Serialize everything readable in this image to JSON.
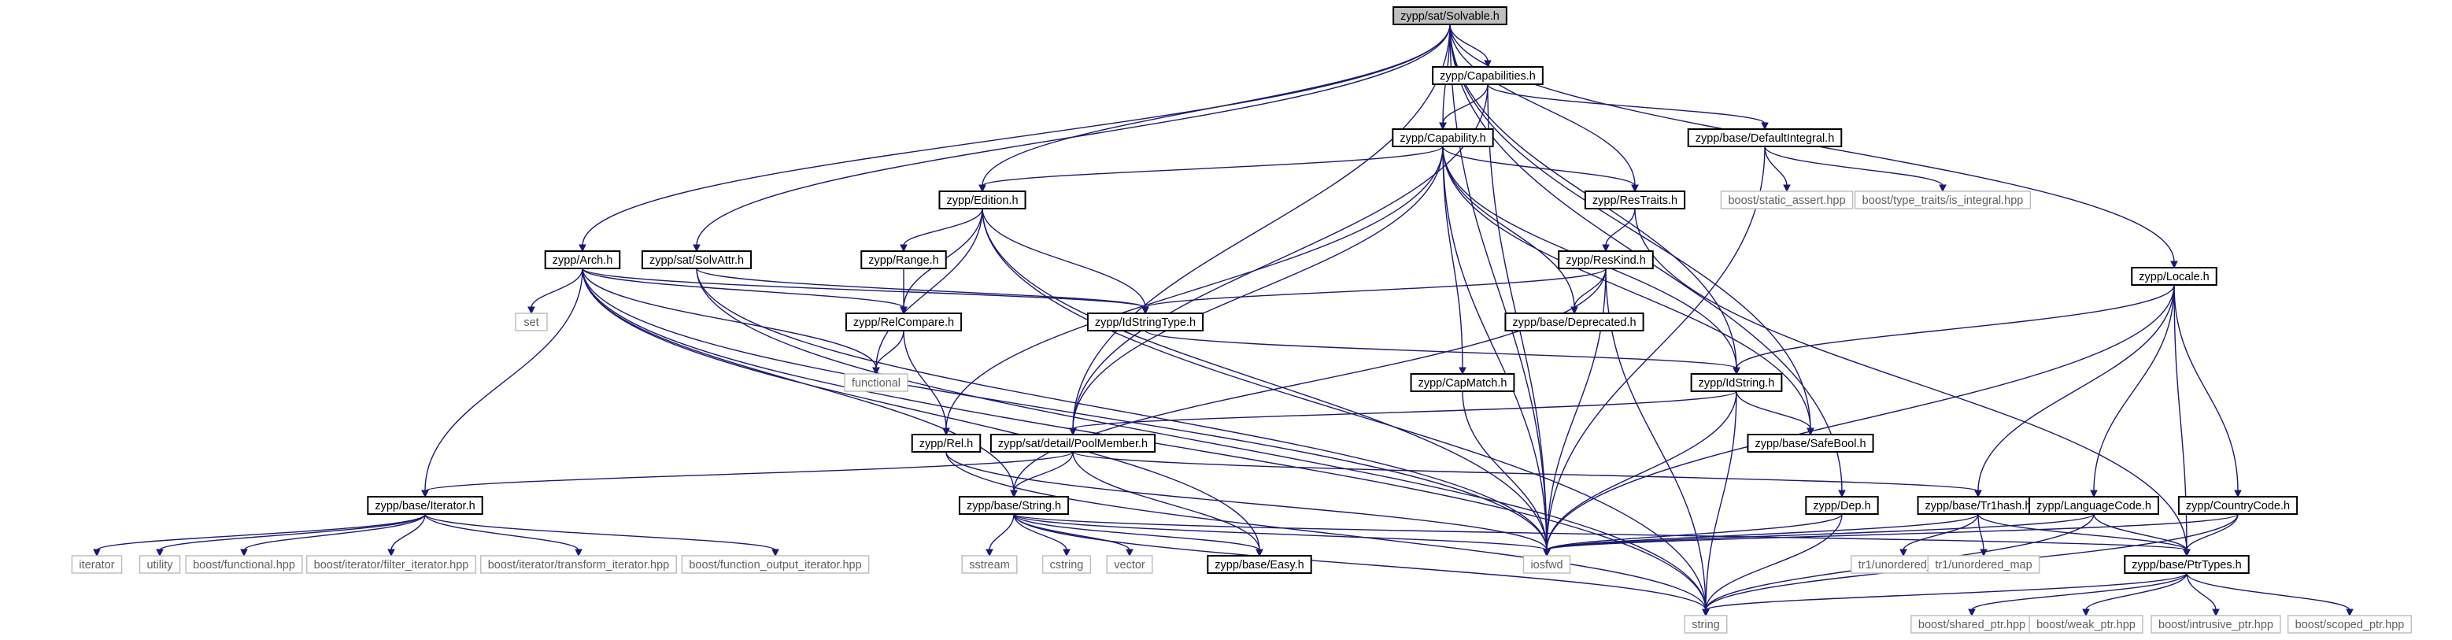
{
  "graph": {
    "root": "solvable",
    "nodes": [
      {
        "id": "solvable",
        "label": "zypp/sat/Solvable.h",
        "kind": "root"
      },
      {
        "id": "capabilities",
        "label": "zypp/Capabilities.h",
        "kind": "header"
      },
      {
        "id": "capability",
        "label": "zypp/Capability.h",
        "kind": "header"
      },
      {
        "id": "defaultintegral",
        "label": "zypp/base/DefaultIntegral.h",
        "kind": "header"
      },
      {
        "id": "static_assert",
        "label": "boost/static_assert.hpp",
        "kind": "external"
      },
      {
        "id": "is_integral",
        "label": "boost/type_traits/is_integral.hpp",
        "kind": "external"
      },
      {
        "id": "edition",
        "label": "zypp/Edition.h",
        "kind": "header"
      },
      {
        "id": "restraits",
        "label": "zypp/ResTraits.h",
        "kind": "header"
      },
      {
        "id": "arch",
        "label": "zypp/Arch.h",
        "kind": "header"
      },
      {
        "id": "solvattr",
        "label": "zypp/sat/SolvAttr.h",
        "kind": "header"
      },
      {
        "id": "range",
        "label": "zypp/Range.h",
        "kind": "header"
      },
      {
        "id": "reskind",
        "label": "zypp/ResKind.h",
        "kind": "header"
      },
      {
        "id": "locale",
        "label": "zypp/Locale.h",
        "kind": "header"
      },
      {
        "id": "set",
        "label": "set",
        "kind": "external"
      },
      {
        "id": "relcompare",
        "label": "zypp/RelCompare.h",
        "kind": "header"
      },
      {
        "id": "idstringtype",
        "label": "zypp/IdStringType.h",
        "kind": "header"
      },
      {
        "id": "deprecated",
        "label": "zypp/base/Deprecated.h",
        "kind": "header"
      },
      {
        "id": "functional",
        "label": "functional",
        "kind": "external"
      },
      {
        "id": "capmatch",
        "label": "zypp/CapMatch.h",
        "kind": "header"
      },
      {
        "id": "idstring",
        "label": "zypp/IdString.h",
        "kind": "header"
      },
      {
        "id": "rel",
        "label": "zypp/Rel.h",
        "kind": "header"
      },
      {
        "id": "poolmember",
        "label": "zypp/sat/detail/PoolMember.h",
        "kind": "header"
      },
      {
        "id": "safebool",
        "label": "zypp/base/SafeBool.h",
        "kind": "header"
      },
      {
        "id": "iterator_h",
        "label": "zypp/base/Iterator.h",
        "kind": "header"
      },
      {
        "id": "string_h",
        "label": "zypp/base/String.h",
        "kind": "header"
      },
      {
        "id": "dep",
        "label": "zypp/Dep.h",
        "kind": "header"
      },
      {
        "id": "tr1hash",
        "label": "zypp/base/Tr1hash.h",
        "kind": "header"
      },
      {
        "id": "languagecode",
        "label": "zypp/LanguageCode.h",
        "kind": "header"
      },
      {
        "id": "countrycode",
        "label": "zypp/CountryCode.h",
        "kind": "header"
      },
      {
        "id": "iterator",
        "label": "iterator",
        "kind": "external"
      },
      {
        "id": "utility",
        "label": "utility",
        "kind": "external"
      },
      {
        "id": "bfunctional",
        "label": "boost/functional.hpp",
        "kind": "external"
      },
      {
        "id": "filter_iterator",
        "label": "boost/iterator/filter_iterator.hpp",
        "kind": "external"
      },
      {
        "id": "transform_iterator",
        "label": "boost/iterator/transform_iterator.hpp",
        "kind": "external"
      },
      {
        "id": "function_output_iterator",
        "label": "boost/function_output_iterator.hpp",
        "kind": "external"
      },
      {
        "id": "sstream",
        "label": "sstream",
        "kind": "external"
      },
      {
        "id": "cstring",
        "label": "cstring",
        "kind": "external"
      },
      {
        "id": "vector",
        "label": "vector",
        "kind": "external"
      },
      {
        "id": "easy",
        "label": "zypp/base/Easy.h",
        "kind": "header"
      },
      {
        "id": "iosfwd",
        "label": "iosfwd",
        "kind": "external"
      },
      {
        "id": "unordered_set",
        "label": "tr1/unordered_set",
        "kind": "external"
      },
      {
        "id": "unordered_map",
        "label": "tr1/unordered_map",
        "kind": "external"
      },
      {
        "id": "ptrtypes",
        "label": "zypp/base/PtrTypes.h",
        "kind": "header"
      },
      {
        "id": "string",
        "label": "string",
        "kind": "external"
      },
      {
        "id": "shared_ptr",
        "label": "boost/shared_ptr.hpp",
        "kind": "external"
      },
      {
        "id": "weak_ptr",
        "label": "boost/weak_ptr.hpp",
        "kind": "external"
      },
      {
        "id": "intrusive_ptr",
        "label": "boost/intrusive_ptr.hpp",
        "kind": "external"
      },
      {
        "id": "scoped_ptr",
        "label": "boost/scoped_ptr.hpp",
        "kind": "external"
      }
    ],
    "edges": [
      [
        "solvable",
        "capabilities"
      ],
      [
        "solvable",
        "capability"
      ],
      [
        "solvable",
        "edition"
      ],
      [
        "solvable",
        "restraits"
      ],
      [
        "solvable",
        "arch"
      ],
      [
        "solvable",
        "solvattr"
      ],
      [
        "solvable",
        "locale"
      ],
      [
        "solvable",
        "idstring"
      ],
      [
        "solvable",
        "poolmember"
      ],
      [
        "solvable",
        "safebool"
      ],
      [
        "solvable",
        "dep"
      ],
      [
        "solvable",
        "iosfwd"
      ],
      [
        "capabilities",
        "capability"
      ],
      [
        "capabilities",
        "defaultintegral"
      ],
      [
        "capabilities",
        "poolmember"
      ],
      [
        "capabilities",
        "iosfwd"
      ],
      [
        "defaultintegral",
        "static_assert"
      ],
      [
        "defaultintegral",
        "is_integral"
      ],
      [
        "defaultintegral",
        "iosfwd"
      ],
      [
        "capability",
        "edition"
      ],
      [
        "capability",
        "restraits"
      ],
      [
        "capability",
        "rel"
      ],
      [
        "capability",
        "deprecated"
      ],
      [
        "capability",
        "capmatch"
      ],
      [
        "capability",
        "idstring"
      ],
      [
        "capability",
        "poolmember"
      ],
      [
        "capability",
        "safebool"
      ],
      [
        "capability",
        "iosfwd"
      ],
      [
        "edition",
        "range"
      ],
      [
        "edition",
        "relcompare"
      ],
      [
        "edition",
        "idstringtype"
      ],
      [
        "edition",
        "functional"
      ],
      [
        "edition",
        "string"
      ],
      [
        "edition",
        "iosfwd"
      ],
      [
        "restraits",
        "reskind"
      ],
      [
        "restraits",
        "ptrtypes"
      ],
      [
        "reskind",
        "idstringtype"
      ],
      [
        "reskind",
        "deprecated"
      ],
      [
        "reskind",
        "string_h"
      ],
      [
        "reskind",
        "string"
      ],
      [
        "reskind",
        "iosfwd"
      ],
      [
        "range",
        "relcompare"
      ],
      [
        "arch",
        "set"
      ],
      [
        "arch",
        "relcompare"
      ],
      [
        "arch",
        "idstringtype"
      ],
      [
        "arch",
        "iterator_h"
      ],
      [
        "arch",
        "string_h"
      ],
      [
        "arch",
        "functional"
      ],
      [
        "arch",
        "string"
      ],
      [
        "arch",
        "iosfwd"
      ],
      [
        "arch",
        "easy"
      ],
      [
        "solvattr",
        "idstringtype"
      ],
      [
        "solvattr",
        "string"
      ],
      [
        "solvattr",
        "iosfwd"
      ],
      [
        "relcompare",
        "functional"
      ],
      [
        "relcompare",
        "rel"
      ],
      [
        "idstringtype",
        "idstring"
      ],
      [
        "capmatch",
        "iosfwd"
      ],
      [
        "idstring",
        "poolmember"
      ],
      [
        "idstring",
        "safebool"
      ],
      [
        "idstring",
        "string"
      ],
      [
        "idstring",
        "iosfwd"
      ],
      [
        "rel",
        "string"
      ],
      [
        "rel",
        "iosfwd"
      ],
      [
        "poolmember",
        "iterator_h"
      ],
      [
        "poolmember",
        "string_h"
      ],
      [
        "poolmember",
        "easy"
      ],
      [
        "poolmember",
        "tr1hash"
      ],
      [
        "locale",
        "idstring"
      ],
      [
        "locale",
        "tr1hash"
      ],
      [
        "locale",
        "languagecode"
      ],
      [
        "locale",
        "countrycode"
      ],
      [
        "locale",
        "ptrtypes"
      ],
      [
        "locale",
        "iosfwd"
      ],
      [
        "iterator_h",
        "iterator"
      ],
      [
        "iterator_h",
        "utility"
      ],
      [
        "iterator_h",
        "bfunctional"
      ],
      [
        "iterator_h",
        "filter_iterator"
      ],
      [
        "iterator_h",
        "transform_iterator"
      ],
      [
        "iterator_h",
        "function_output_iterator"
      ],
      [
        "string_h",
        "sstream"
      ],
      [
        "string_h",
        "cstring"
      ],
      [
        "string_h",
        "vector"
      ],
      [
        "string_h",
        "easy"
      ],
      [
        "string_h",
        "iosfwd"
      ],
      [
        "string_h",
        "string"
      ],
      [
        "string_h",
        "ptrtypes"
      ],
      [
        "dep",
        "iosfwd"
      ],
      [
        "dep",
        "string"
      ],
      [
        "tr1hash",
        "unordered_set"
      ],
      [
        "tr1hash",
        "unordered_map"
      ],
      [
        "tr1hash",
        "iosfwd"
      ],
      [
        "tr1hash",
        "ptrtypes"
      ],
      [
        "languagecode",
        "iosfwd"
      ],
      [
        "languagecode",
        "string"
      ],
      [
        "languagecode",
        "ptrtypes"
      ],
      [
        "countrycode",
        "iosfwd"
      ],
      [
        "countrycode",
        "string"
      ],
      [
        "countrycode",
        "ptrtypes"
      ],
      [
        "ptrtypes",
        "string"
      ],
      [
        "ptrtypes",
        "shared_ptr"
      ],
      [
        "ptrtypes",
        "weak_ptr"
      ],
      [
        "ptrtypes",
        "intrusive_ptr"
      ],
      [
        "ptrtypes",
        "scoped_ptr"
      ]
    ]
  },
  "colors": {
    "edge": "#191970",
    "node_border": "#000000",
    "external_border": "#bfbfbf",
    "root_fill": "#bfbfbf",
    "external_text": "#606060"
  }
}
